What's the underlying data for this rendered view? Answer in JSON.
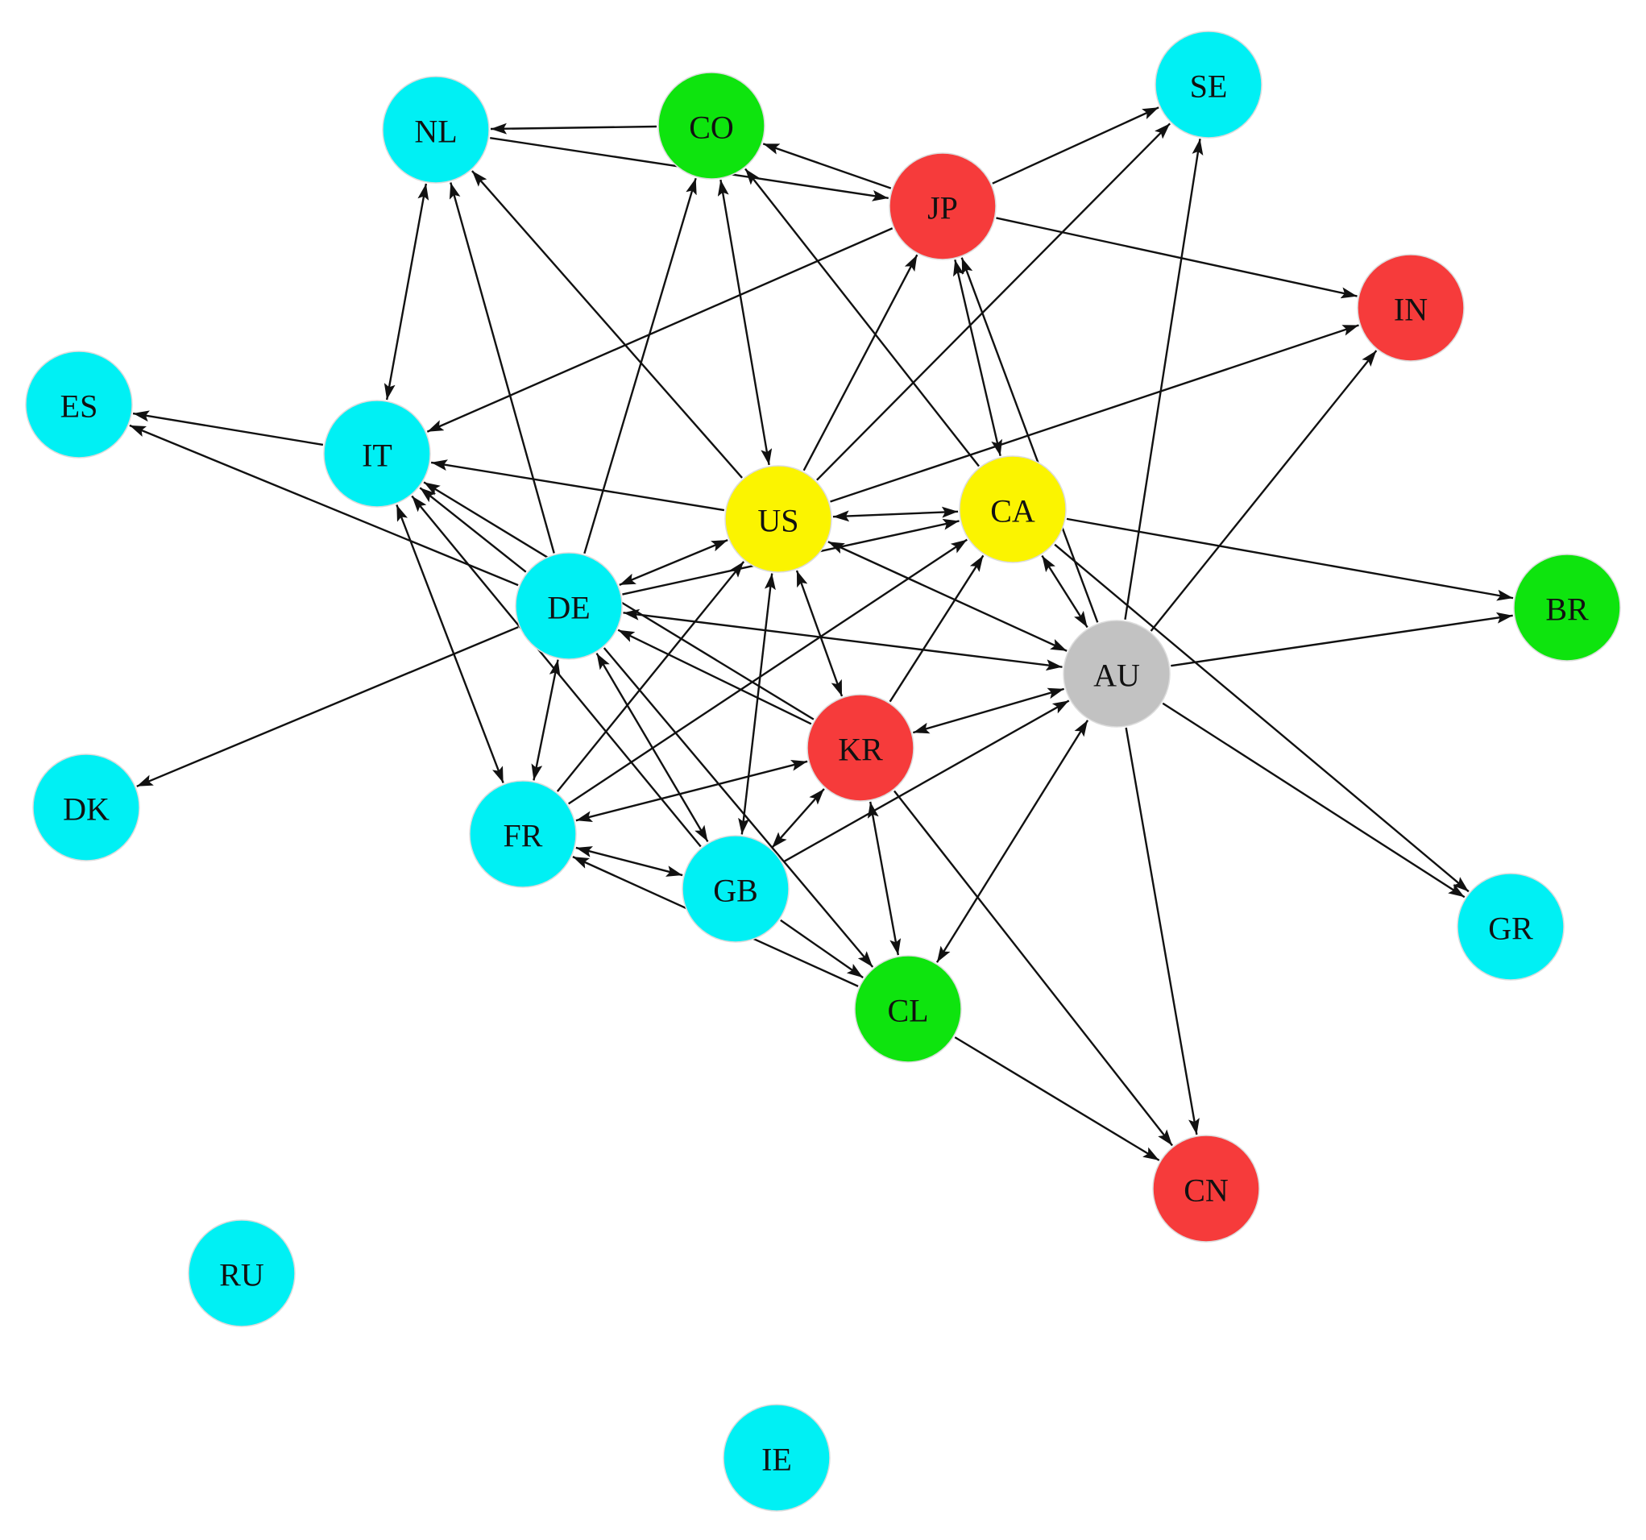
{
  "colors": {
    "cyan": "#00f0f4",
    "green": "#0ee40e",
    "red": "#f63b3b",
    "yellow": "#fbf400",
    "gray": "#c2c2c2",
    "edge": "#111111"
  },
  "nodes": [
    {
      "id": "NL",
      "label": "NL",
      "color": "cyan"
    },
    {
      "id": "CO",
      "label": "CO",
      "color": "green"
    },
    {
      "id": "SE",
      "label": "SE",
      "color": "cyan"
    },
    {
      "id": "JP",
      "label": "JP",
      "color": "red"
    },
    {
      "id": "IN",
      "label": "IN",
      "color": "red"
    },
    {
      "id": "ES",
      "label": "ES",
      "color": "cyan"
    },
    {
      "id": "IT",
      "label": "IT",
      "color": "cyan"
    },
    {
      "id": "US",
      "label": "US",
      "color": "yellow"
    },
    {
      "id": "CA",
      "label": "CA",
      "color": "yellow"
    },
    {
      "id": "DE",
      "label": "DE",
      "color": "cyan"
    },
    {
      "id": "BR",
      "label": "BR",
      "color": "green"
    },
    {
      "id": "AU",
      "label": "AU",
      "color": "gray"
    },
    {
      "id": "KR",
      "label": "KR",
      "color": "red"
    },
    {
      "id": "DK",
      "label": "DK",
      "color": "cyan"
    },
    {
      "id": "FR",
      "label": "FR",
      "color": "cyan"
    },
    {
      "id": "GB",
      "label": "GB",
      "color": "cyan"
    },
    {
      "id": "GR",
      "label": "GR",
      "color": "cyan"
    },
    {
      "id": "CL",
      "label": "CL",
      "color": "green"
    },
    {
      "id": "CN",
      "label": "CN",
      "color": "red"
    },
    {
      "id": "RU",
      "label": "RU",
      "color": "cyan"
    },
    {
      "id": "IE",
      "label": "IE",
      "color": "cyan"
    }
  ],
  "edges": [
    {
      "from": "CO",
      "to": "NL",
      "bidir": false
    },
    {
      "from": "JP",
      "to": "CO",
      "bidir": false
    },
    {
      "from": "NL",
      "to": "JP",
      "bidir": false
    },
    {
      "from": "JP",
      "to": "SE",
      "bidir": false
    },
    {
      "from": "JP",
      "to": "IN",
      "bidir": false
    },
    {
      "from": "JP",
      "to": "IT",
      "bidir": false
    },
    {
      "from": "NL",
      "to": "IT",
      "bidir": true
    },
    {
      "from": "US",
      "to": "NL",
      "bidir": false
    },
    {
      "from": "DE",
      "to": "NL",
      "bidir": false
    },
    {
      "from": "DE",
      "to": "CO",
      "bidir": false
    },
    {
      "from": "US",
      "to": "CO",
      "bidir": true
    },
    {
      "from": "CA",
      "to": "CO",
      "bidir": false
    },
    {
      "from": "US",
      "to": "SE",
      "bidir": false
    },
    {
      "from": "AU",
      "to": "SE",
      "bidir": false
    },
    {
      "from": "US",
      "to": "JP",
      "bidir": false
    },
    {
      "from": "JP",
      "to": "CA",
      "bidir": true
    },
    {
      "from": "AU",
      "to": "JP",
      "bidir": false
    },
    {
      "from": "US",
      "to": "IN",
      "bidir": false
    },
    {
      "from": "AU",
      "to": "IN",
      "bidir": false
    },
    {
      "from": "IT",
      "to": "ES",
      "bidir": false
    },
    {
      "from": "DE",
      "to": "ES",
      "bidir": false
    },
    {
      "from": "US",
      "to": "IT",
      "bidir": false
    },
    {
      "from": "DE",
      "to": "IT",
      "bidir": false
    },
    {
      "from": "KR",
      "to": "IT",
      "bidir": false
    },
    {
      "from": "GB",
      "to": "IT",
      "bidir": false
    },
    {
      "from": "IT",
      "to": "FR",
      "bidir": true
    },
    {
      "from": "US",
      "to": "CA",
      "bidir": true
    },
    {
      "from": "US",
      "to": "DE",
      "bidir": true
    },
    {
      "from": "US",
      "to": "AU",
      "bidir": true
    },
    {
      "from": "FR",
      "to": "US",
      "bidir": false
    },
    {
      "from": "US",
      "to": "GB",
      "bidir": true
    },
    {
      "from": "US",
      "to": "KR",
      "bidir": true
    },
    {
      "from": "DE",
      "to": "CA",
      "bidir": false
    },
    {
      "from": "FR",
      "to": "CA",
      "bidir": false
    },
    {
      "from": "KR",
      "to": "CA",
      "bidir": false
    },
    {
      "from": "CA",
      "to": "AU",
      "bidir": true
    },
    {
      "from": "CA",
      "to": "BR",
      "bidir": false
    },
    {
      "from": "CA",
      "to": "GR",
      "bidir": false
    },
    {
      "from": "DE",
      "to": "AU",
      "bidir": true
    },
    {
      "from": "DE",
      "to": "DK",
      "bidir": false
    },
    {
      "from": "DE",
      "to": "FR",
      "bidir": true
    },
    {
      "from": "DE",
      "to": "GB",
      "bidir": true
    },
    {
      "from": "KR",
      "to": "DE",
      "bidir": false
    },
    {
      "from": "DE",
      "to": "CL",
      "bidir": false
    },
    {
      "from": "AU",
      "to": "BR",
      "bidir": false
    },
    {
      "from": "AU",
      "to": "GR",
      "bidir": false
    },
    {
      "from": "AU",
      "to": "CN",
      "bidir": false
    },
    {
      "from": "KR",
      "to": "AU",
      "bidir": true
    },
    {
      "from": "GB",
      "to": "AU",
      "bidir": false
    },
    {
      "from": "AU",
      "to": "CL",
      "bidir": true
    },
    {
      "from": "KR",
      "to": "FR",
      "bidir": true
    },
    {
      "from": "KR",
      "to": "GB",
      "bidir": true
    },
    {
      "from": "KR",
      "to": "CL",
      "bidir": true
    },
    {
      "from": "KR",
      "to": "CN",
      "bidir": false
    },
    {
      "from": "FR",
      "to": "GB",
      "bidir": true
    },
    {
      "from": "CL",
      "to": "FR",
      "bidir": false
    },
    {
      "from": "GB",
      "to": "CL",
      "bidir": false
    },
    {
      "from": "CL",
      "to": "CN",
      "bidir": false
    }
  ]
}
